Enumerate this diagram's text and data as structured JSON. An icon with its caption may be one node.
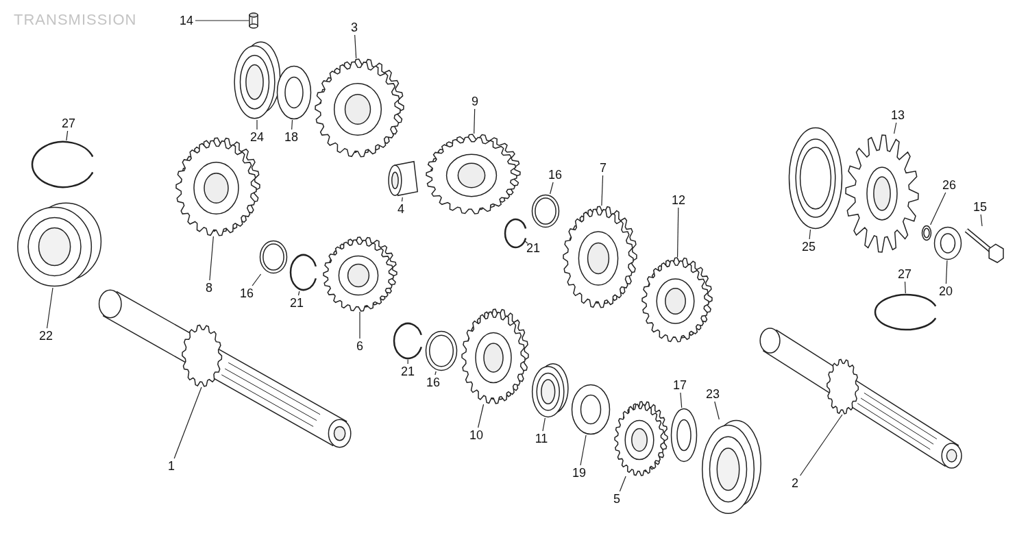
{
  "diagram": {
    "title": "TRANSMISSION",
    "nodes": [
      {
        "text": [
          "14"
        ]
      },
      {
        "text": [],
        "shape": "picture"
      },
      {
        "text": [
          "3"
        ]
      },
      {
        "text": [],
        "shape": "picture"
      },
      {
        "text": [
          "9"
        ]
      },
      {
        "text": [],
        "shape": "picture"
      },
      {
        "text": [
          "24"
        ]
      },
      {
        "text": [],
        "shape": "picture"
      },
      {
        "text": [
          "18"
        ]
      },
      {
        "text": [],
        "shape": "picture"
      },
      {
        "text": [
          "27"
        ]
      },
      {
        "text": [],
        "shape": "picture"
      },
      {
        "text": [
          "13"
        ]
      },
      {
        "text": [],
        "shape": "picture"
      },
      {
        "text": [
          "16"
        ]
      },
      {
        "text": [],
        "shape": "picture"
      },
      {
        "text": [
          "7"
        ]
      },
      {
        "text": [],
        "shape": "picture"
      },
      {
        "text": [
          "26"
        ]
      },
      {
        "text": [],
        "shape": "picture"
      },
      {
        "text": [
          "4"
        ]
      },
      {
        "text": [],
        "shape": "picture"
      },
      {
        "text": [
          "15"
        ]
      },
      {
        "text": [],
        "shape": "picture"
      },
      {
        "text": [
          "12"
        ]
      },
      {
        "text": [],
        "shape": "picture"
      },
      {
        "text": [
          "21"
        ]
      },
      {
        "text": [],
        "shape": "picture"
      },
      {
        "text": [
          "25"
        ]
      },
      {
        "text": [],
        "shape": "picture"
      },
      {
        "text": [
          "8"
        ]
      },
      {
        "text": [],
        "shape": "picture"
      },
      {
        "text": [
          "16"
        ]
      },
      {
        "text": [],
        "shape": "picture"
      },
      {
        "text": [
          "21"
        ]
      },
      {
        "text": [],
        "shape": "picture"
      },
      {
        "text": [
          "20"
        ]
      },
      {
        "text": [],
        "shape": "picture"
      },
      {
        "text": [
          "22"
        ]
      },
      {
        "text": [],
        "shape": "picture"
      },
      {
        "text": [
          "27"
        ]
      },
      {
        "text": [],
        "shape": "picture"
      },
      {
        "text": [
          "6"
        ]
      },
      {
        "text": [],
        "shape": "picture"
      },
      {
        "text": [
          "21"
        ]
      },
      {
        "text": [],
        "shape": "picture"
      },
      {
        "text": [
          "16"
        ]
      },
      {
        "text": [],
        "shape": "picture"
      },
      {
        "text": [
          "1"
        ]
      },
      {
        "text": [],
        "shape": "picture"
      },
      {
        "text": [
          "2"
        ]
      },
      {
        "text": [],
        "shape": "picture"
      },
      {
        "text": [
          "10"
        ]
      },
      {
        "text": [],
        "shape": "picture"
      },
      {
        "text": [
          "11"
        ]
      },
      {
        "text": [],
        "shape": "picture"
      },
      {
        "text": [
          "23"
        ]
      },
      {
        "text": [],
        "shape": "picture"
      },
      {
        "text": [
          "17"
        ]
      },
      {
        "text": [],
        "shape": "picture"
      },
      {
        "text": [
          "19"
        ]
      },
      {
        "text": [],
        "shape": "picture"
      },
      {
        "text": [
          "5"
        ]
      },
      {
        "text": [],
        "shape": "picture"
      }
    ],
    "edges": [
      {
        "from": 0,
        "to": 1,
        "arrow": "none"
      },
      {
        "from": 2,
        "to": 3,
        "arrow": "none"
      },
      {
        "from": 4,
        "to": 5,
        "arrow": "none"
      },
      {
        "from": 6,
        "to": 7,
        "arrow": "none"
      },
      {
        "from": 8,
        "to": 9,
        "arrow": "none"
      },
      {
        "from": 10,
        "to": 11,
        "arrow": "none"
      },
      {
        "from": 12,
        "to": 13,
        "arrow": "none"
      },
      {
        "from": 14,
        "to": 15,
        "arrow": "none"
      },
      {
        "from": 16,
        "to": 17,
        "arrow": "none"
      },
      {
        "from": 18,
        "to": 19,
        "arrow": "none"
      },
      {
        "from": 20,
        "to": 21,
        "arrow": "none"
      },
      {
        "from": 22,
        "to": 23,
        "arrow": "none"
      },
      {
        "from": 24,
        "to": 25,
        "arrow": "none"
      },
      {
        "from": 26,
        "to": 27,
        "arrow": "none"
      },
      {
        "from": 28,
        "to": 29,
        "arrow": "none"
      },
      {
        "from": 30,
        "to": 31,
        "arrow": "none"
      },
      {
        "from": 32,
        "to": 33,
        "arrow": "none"
      },
      {
        "from": 34,
        "to": 35,
        "arrow": "none"
      },
      {
        "from": 36,
        "to": 37,
        "arrow": "none"
      },
      {
        "from": 38,
        "to": 39,
        "arrow": "none"
      },
      {
        "from": 40,
        "to": 41,
        "arrow": "none"
      },
      {
        "from": 42,
        "to": 43,
        "arrow": "none"
      },
      {
        "from": 44,
        "to": 45,
        "arrow": "none"
      },
      {
        "from": 46,
        "to": 47,
        "arrow": "none"
      },
      {
        "from": 48,
        "to": 49,
        "arrow": "none"
      },
      {
        "from": 50,
        "to": 51,
        "arrow": "none"
      },
      {
        "from": 52,
        "to": 53,
        "arrow": "none"
      },
      {
        "from": 54,
        "to": 55,
        "arrow": "none"
      },
      {
        "from": 56,
        "to": 57,
        "arrow": "none"
      },
      {
        "from": 58,
        "to": 59,
        "arrow": "none"
      },
      {
        "from": 60,
        "to": 61,
        "arrow": "none"
      },
      {
        "from": 62,
        "to": 63,
        "arrow": "none"
      }
    ]
  }
}
